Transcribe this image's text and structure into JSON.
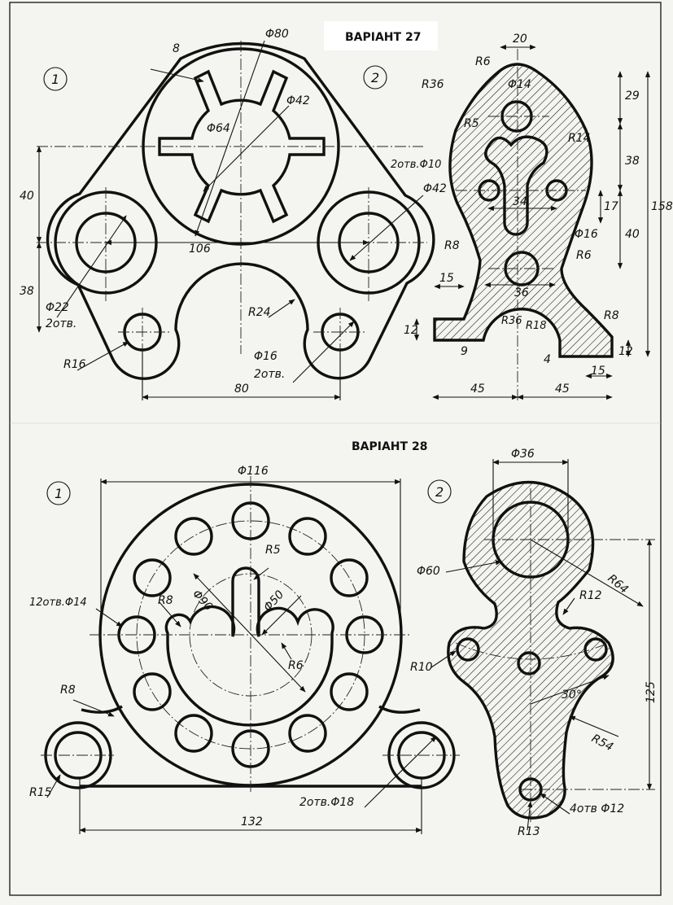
{
  "variant_27": {
    "title": "ВАРІАНТ 27",
    "figure_1": {
      "number": "1",
      "dims": {
        "w8": "8",
        "d80": "Φ80",
        "d42_top": "Φ42",
        "d64": "Φ64",
        "v40": "40",
        "v38": "38",
        "w106": "106",
        "d42_right": "Φ42",
        "d22": "Φ22",
        "holes_2": "2отв.",
        "r16": "R16",
        "r24": "R24",
        "d16": "Φ16",
        "holes_2b": "2отв.",
        "w80": "80"
      }
    },
    "figure_2": {
      "number": "2",
      "dims": {
        "w20": "20",
        "r6_top": "R6",
        "d14": "Φ14",
        "r36_top": "R36",
        "r5": "R5",
        "r14": "R14",
        "holes_10": "2отв.Φ10",
        "w34": "34",
        "r8_left": "R8",
        "d16": "Φ16",
        "r6_right": "R6",
        "w15_left": "15",
        "w36": "36",
        "h12_left": "12",
        "r36_bottom": "R36",
        "r18": "R18",
        "r8_right": "R8",
        "h9": "9",
        "h4": "4",
        "h12_right": "12",
        "w15_right": "15",
        "w45_left": "45",
        "w45_right": "45",
        "h29": "29",
        "h38": "38",
        "h17": "17",
        "h40": "40",
        "h158": "158"
      }
    }
  },
  "variant_28": {
    "title": "ВАРІАНТ 28",
    "figure_1": {
      "number": "1",
      "dims": {
        "d116": "Φ116",
        "r5": "R5",
        "d90": "Φ90",
        "d50": "Φ50",
        "holes_14": "12отв.Φ14",
        "r8": "R8",
        "r6": "R6",
        "r8_base": "R8",
        "r15": "R15",
        "holes_18": "2отв.Φ18",
        "w132": "132"
      }
    },
    "figure_2": {
      "number": "2",
      "dims": {
        "d36": "Φ36",
        "d60": "Φ60",
        "r12": "R12",
        "r64": "R64",
        "r10": "R10",
        "angle30": "30°",
        "h125": "125",
        "r54": "R54",
        "holes_12": "4отв Φ12",
        "r13": "R13"
      }
    }
  }
}
